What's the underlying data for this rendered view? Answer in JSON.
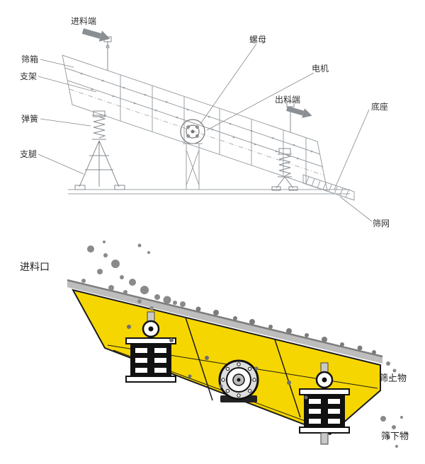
{
  "top_diagram": {
    "labels": {
      "feed_end": "进料端",
      "nut": "螺母",
      "screen_box": "筛箱",
      "support_frame": "支架",
      "motor": "电机",
      "discharge_end": "出料端",
      "spring": "弹簧",
      "base": "底座",
      "support_leg": "支腿",
      "screen_mesh": "筛网"
    }
  },
  "bottom_diagram": {
    "labels": {
      "feed_inlet": "进料口",
      "oversize_material": "筛上物",
      "undersize_material": "筛下物"
    },
    "colors": {
      "body": "#f6d600",
      "deck": "#bdbdbd",
      "particle": "#8a8a8a"
    }
  }
}
